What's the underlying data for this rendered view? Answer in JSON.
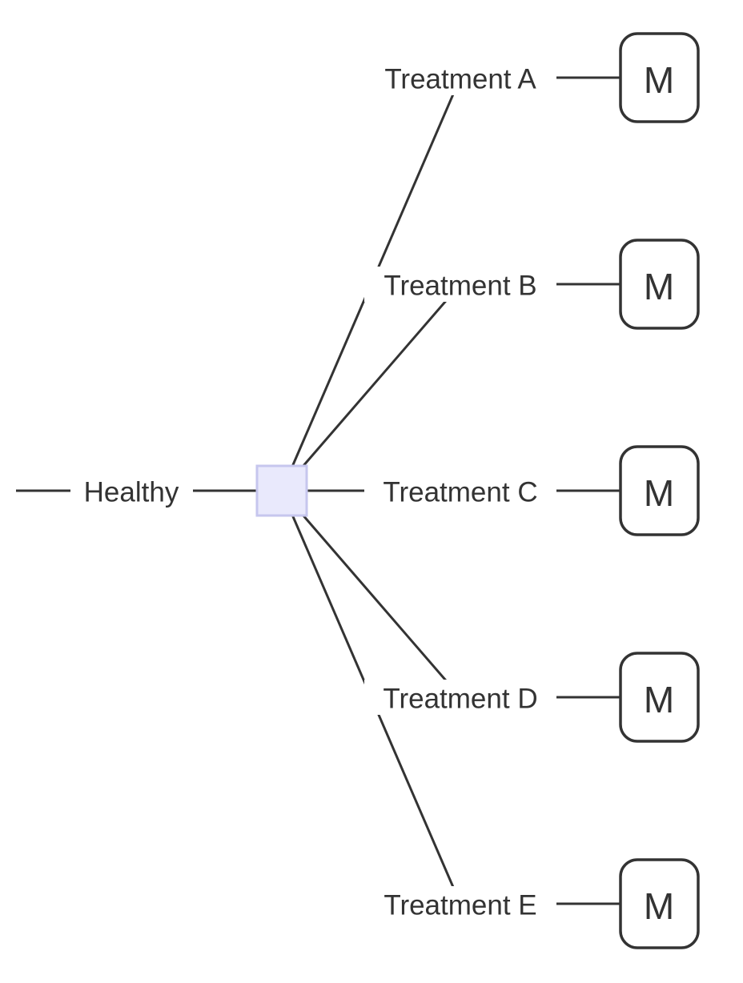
{
  "diagram": {
    "type": "decision-tree",
    "root_edge_label": "Healthy",
    "decision_node": {
      "shape": "square",
      "fill": "#E9E9FC",
      "border": "#C6C6EE"
    },
    "branches": [
      {
        "label": "Treatment A",
        "target": "M"
      },
      {
        "label": "Treatment B",
        "target": "M"
      },
      {
        "label": "Treatment C",
        "target": "M"
      },
      {
        "label": "Treatment D",
        "target": "M"
      },
      {
        "label": "Treatment E",
        "target": "M"
      }
    ],
    "outcome_shape": "rounded-rectangle",
    "colors": {
      "line": "#333333",
      "text": "#333333",
      "outcome_border": "#333333",
      "background": "#FFFFFF"
    }
  }
}
